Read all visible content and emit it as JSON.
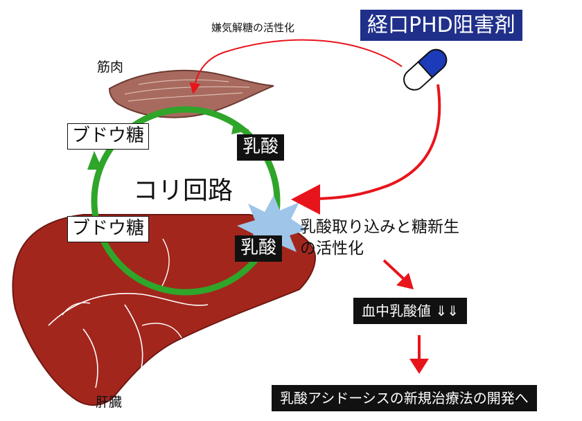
{
  "drug": {
    "label": "経口PHD阻害剤"
  },
  "glycolysis": {
    "label": "嫌気解糖の活性化"
  },
  "muscle": {
    "label": "筋肉"
  },
  "liver": {
    "label": "肝臓"
  },
  "cori": {
    "label": "コリ回路"
  },
  "cycle": {
    "glucose_top": "ブドウ糖",
    "glucose_bottom": "ブドウ糖",
    "lactate_top": "乳酸",
    "lactate_bottom": "乳酸"
  },
  "effect": {
    "line1": "乳酸取り込みと糖新生",
    "line2": "の活性化"
  },
  "blood": {
    "label": "血中乳酸値 ⇓⇓"
  },
  "conclusion": {
    "label": "乳酸アシドーシスの新規治療法の開発へ"
  },
  "colors": {
    "cycle_arrow": "#2fa52a",
    "red_arrow": "#e8141c",
    "liver": "#a3261d",
    "muscle": "#a86a5e",
    "burst": "#9fc5e8",
    "drug_box": "#1f2f8a",
    "capsule_blue": "#1b3bb8"
  }
}
